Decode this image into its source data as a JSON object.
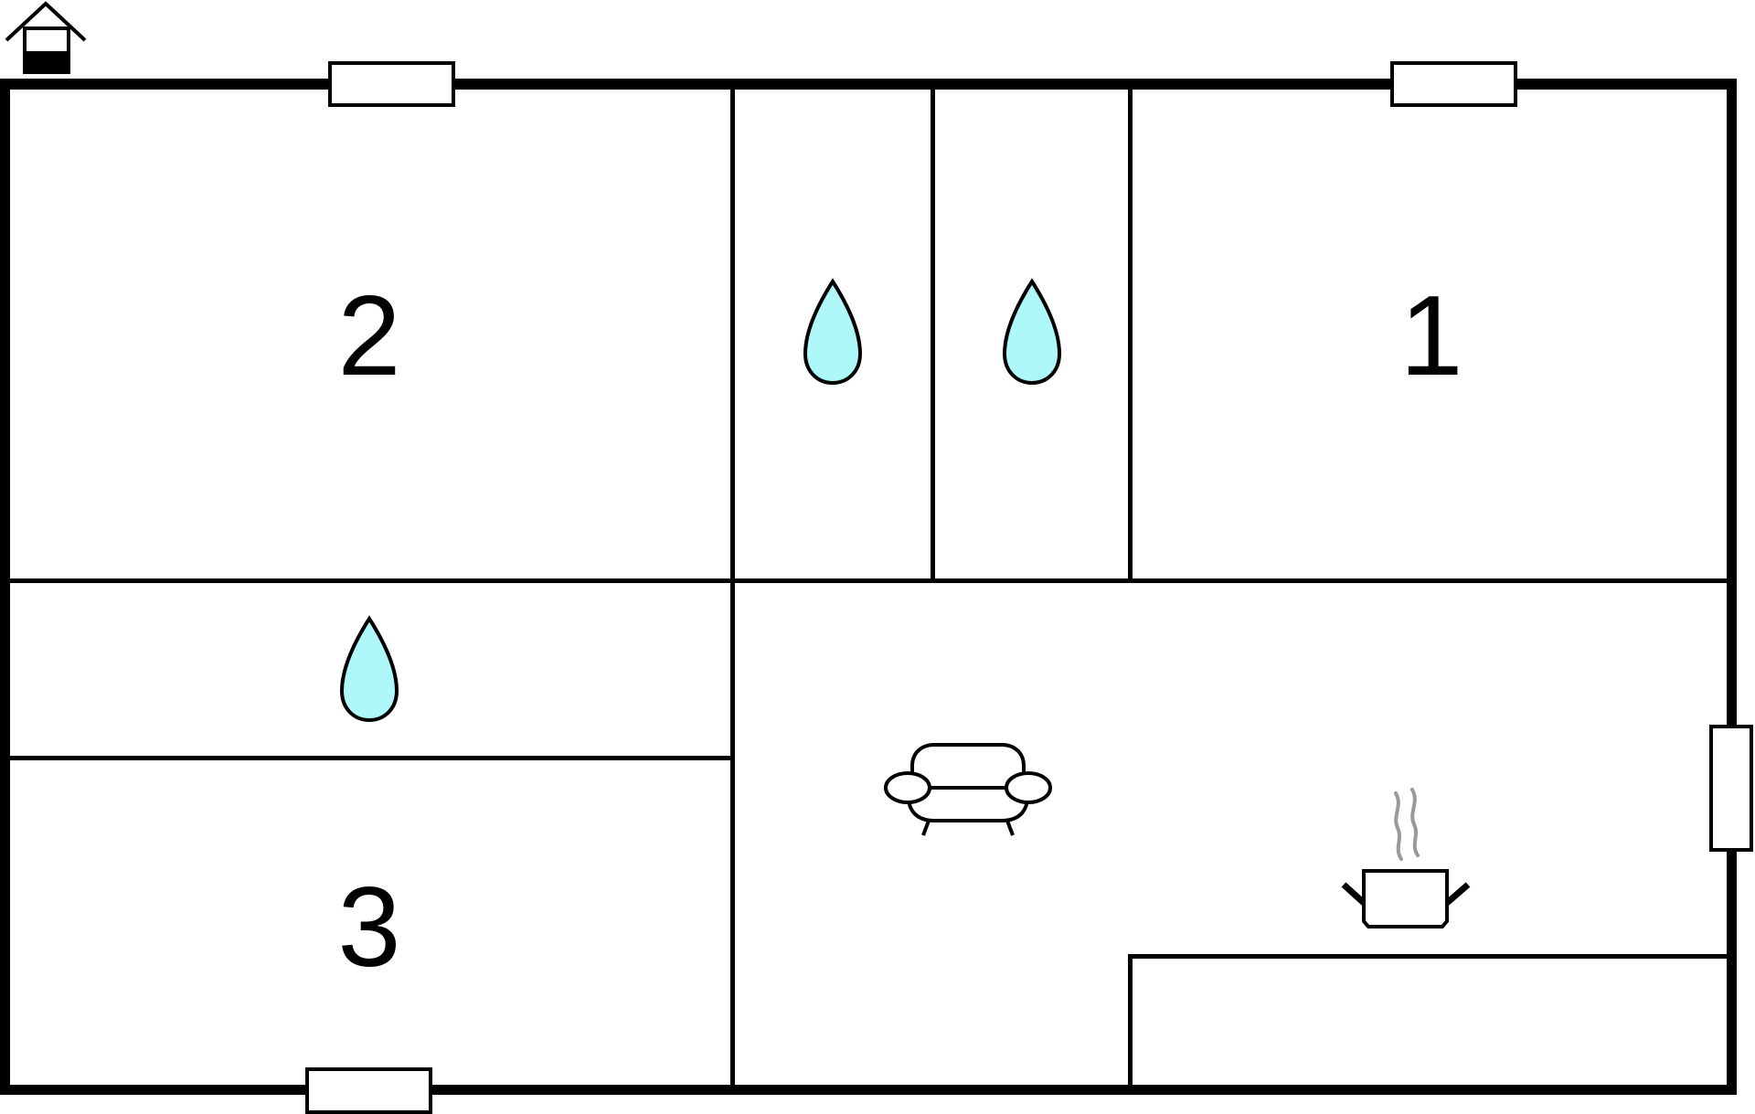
{
  "floorplan": {
    "rooms": [
      {
        "id": "bedroom-2",
        "label": "2"
      },
      {
        "id": "bedroom-1",
        "label": "1"
      },
      {
        "id": "bedroom-3",
        "label": "3"
      }
    ],
    "icons": {
      "entrance": "house-entrance-icon",
      "bathroom": "water-drop-icon",
      "living": "sofa-icon",
      "kitchen": "cooking-pot-icon"
    },
    "colors": {
      "wall": "#000000",
      "water_drop": "#aef8fa",
      "steam": "#999999",
      "background": "#ffffff"
    }
  }
}
